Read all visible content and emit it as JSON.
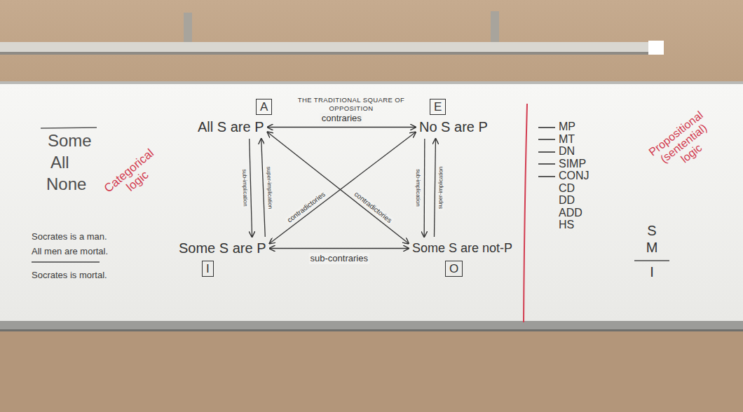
{
  "diagram": {
    "title": "THE TRADITIONAL SQUARE OF OPPOSITION",
    "nodes": [
      {
        "text": [
          "A",
          "All S are P"
        ]
      },
      {
        "text": [
          "E",
          "No S are P"
        ]
      },
      {
        "text": [
          "Some S are P",
          "I"
        ]
      },
      {
        "text": [
          "Some S are not-P",
          "O"
        ]
      }
    ],
    "edges": [
      {
        "from": 0,
        "to": 1,
        "label": "contraries",
        "arrow": "both"
      },
      {
        "from": 0,
        "to": 2,
        "label": "sub-implication",
        "arrow": "to"
      },
      {
        "from": 2,
        "to": 0,
        "label": "super-implication",
        "arrow": "to"
      },
      {
        "from": 1,
        "to": 3,
        "label": "sub-implication",
        "arrow": "to"
      },
      {
        "from": 3,
        "to": 1,
        "label": "super-implication",
        "arrow": "to"
      },
      {
        "from": 0,
        "to": 3,
        "label": "contradictories",
        "arrow": "both"
      },
      {
        "from": 1,
        "to": 2,
        "label": "contradictories",
        "arrow": "both"
      },
      {
        "from": 2,
        "to": 3,
        "label": "sub-contraries",
        "arrow": "both"
      }
    ],
    "labels": [
      "Some",
      "All",
      "None",
      "Categorical logic",
      "Socrates is a man.",
      "All men are mortal.",
      "Socrates is mortal.",
      "MP",
      "MT",
      "DN",
      "SIMP",
      "CONJ",
      "CD",
      "DD",
      "ADD",
      "HS",
      "Propositional (sentential) logic",
      "S",
      "M",
      "I"
    ]
  }
}
